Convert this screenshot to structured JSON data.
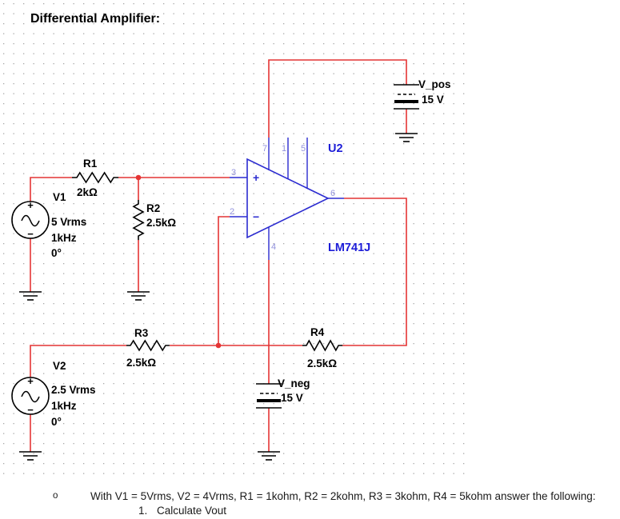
{
  "title": "Differential Amplifier:",
  "colors": {
    "wire_red": "#e43434",
    "opamp_blue": "#2b2bd0",
    "label_blue": "#1c1cd8",
    "pin_number_blue": "#9292dc",
    "grid_dot": "#a6a6a6",
    "component_black": "#000000"
  },
  "components": {
    "v1": {
      "name": "V1",
      "value": "5 Vrms",
      "frequency": "1kHz",
      "phase": "0°"
    },
    "v2": {
      "name": "V2",
      "value": "2.5 Vrms",
      "frequency": "1kHz",
      "phase": "0°"
    },
    "r1": {
      "name": "R1",
      "value": "2kΩ"
    },
    "r2": {
      "name": "R2",
      "value": "2.5kΩ"
    },
    "r3": {
      "name": "R3",
      "value": "2.5kΩ"
    },
    "r4": {
      "name": "R4",
      "value": "2.5kΩ"
    },
    "u2": {
      "designator": "U2",
      "part": "LM741J",
      "plus": "+",
      "minus": "−",
      "pins": {
        "p1": "1",
        "p2": "2",
        "p3": "3",
        "p4": "4",
        "p5": "5",
        "p6": "6",
        "p7": "7"
      }
    },
    "vpos": {
      "name": "V_pos",
      "value": "15 V"
    },
    "vneg": {
      "name": "V_neg",
      "value": "15 V"
    }
  },
  "source_symbol": {
    "plus": "+",
    "minus": "−"
  },
  "notes": {
    "bullet": "o",
    "line1": "With V1 = 5Vrms, V2 = 4Vrms, R1 = 1kohm, R2 = 2kohm, R3 = 3kohm, R4 = 5kohm answer the following:",
    "item_number": "1.",
    "item_text": "Calculate Vout"
  }
}
